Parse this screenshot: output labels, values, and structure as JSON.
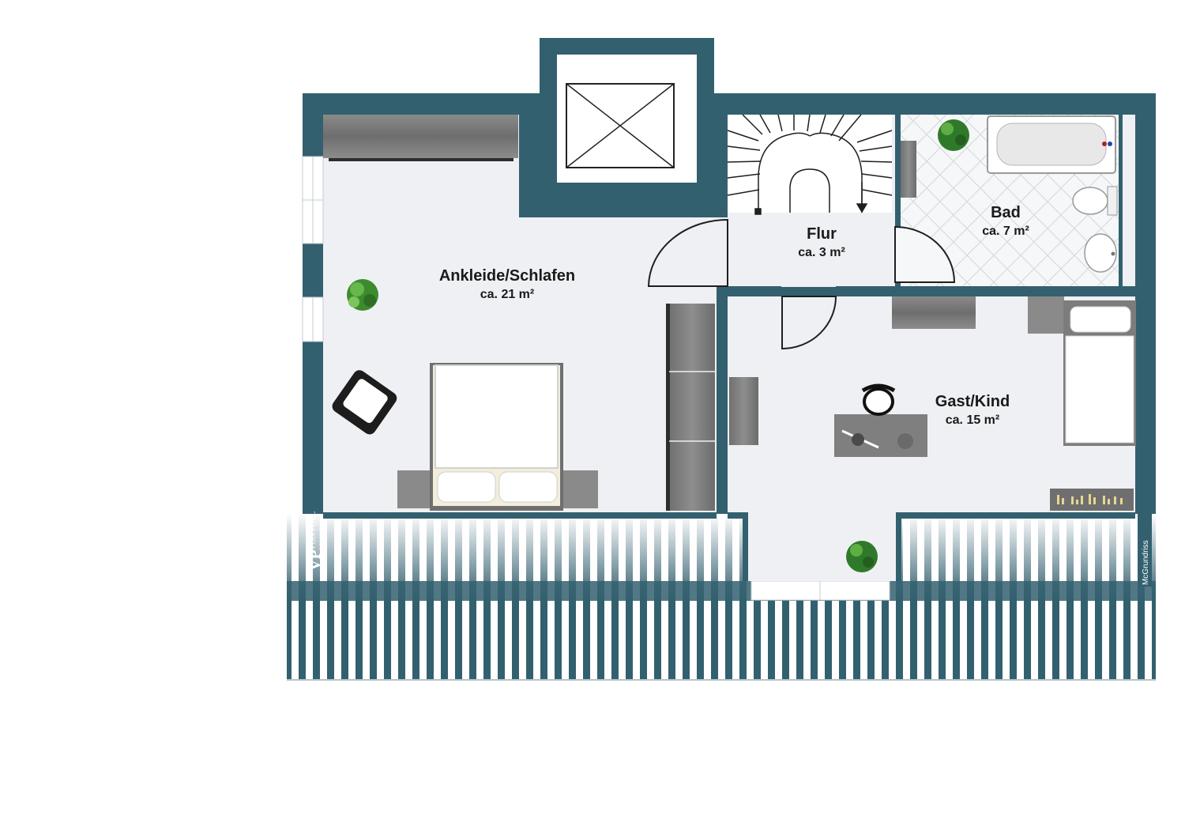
{
  "colors": {
    "wall": "#33606f",
    "floor": "#eff0f4",
    "furniture": "#7d7d7d",
    "bath_tile_line": "#cfd6db"
  },
  "rooms": [
    {
      "id": "ankleide",
      "name": "Ankleide/Schlafen",
      "area": "ca. 21 m²"
    },
    {
      "id": "flur",
      "name": "Flur",
      "area": "ca. 3 m²"
    },
    {
      "id": "bad",
      "name": "Bad",
      "area": "ca. 7 m²"
    },
    {
      "id": "gast",
      "name": "Gast/Kind",
      "area": "ca. 15 m²"
    }
  ],
  "brand": {
    "logo_initials": "VP",
    "logo_name": "VON POLL",
    "logo_sub": "IMMOBILIEN"
  },
  "credit": "McGrundriss",
  "icons": [
    "plant-icon",
    "armchair-icon",
    "bed-icon",
    "desk-chair-icon",
    "bathtub-icon",
    "toilet-icon",
    "sink-icon",
    "staircase-icon",
    "skylight-icon"
  ]
}
